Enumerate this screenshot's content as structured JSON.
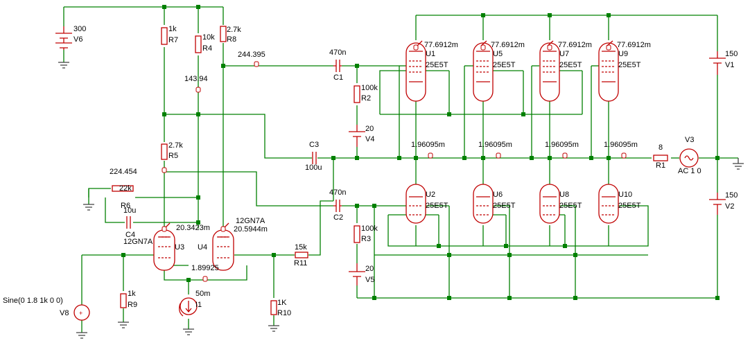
{
  "colors": {
    "wire": "#008000",
    "component": "#c00000",
    "ground": "#404040",
    "text": "#000000"
  },
  "components": {
    "V6": {
      "name": "V6",
      "value": "300"
    },
    "R7": {
      "name": "R7",
      "value": "1k"
    },
    "R4": {
      "name": "R4",
      "value": "10k"
    },
    "R8": {
      "name": "R8",
      "value": "2.7k"
    },
    "R5": {
      "name": "R5",
      "value": "2.7k"
    },
    "R6": {
      "name": "R6",
      "value": "22k"
    },
    "C4": {
      "name": "C4",
      "value": "10u"
    },
    "U3": {
      "name": "U3",
      "value": "12GN7A"
    },
    "U4": {
      "name": "U4",
      "value": "12GN7A"
    },
    "R11": {
      "name": "R11",
      "value": "15k"
    },
    "R9": {
      "name": "R9",
      "value": "1k"
    },
    "R10": {
      "name": "R10",
      "value": "1K"
    },
    "I1": {
      "name": "I1",
      "value": "50m"
    },
    "V8": {
      "name": "V8",
      "value": "Sine(0 1.8 1k 0 0)"
    },
    "C1": {
      "name": "C1",
      "value": "470n"
    },
    "C2": {
      "name": "C2",
      "value": "470n"
    },
    "C3": {
      "name": "C3",
      "value": "100u"
    },
    "R2": {
      "name": "R2",
      "value": "100k"
    },
    "R3": {
      "name": "R3",
      "value": "100k"
    },
    "V4": {
      "name": "V4",
      "value": "20"
    },
    "V5": {
      "name": "V5",
      "value": "20"
    },
    "U1": {
      "name": "U1",
      "value": "25E5T"
    },
    "U5": {
      "name": "U5",
      "value": "25E5T"
    },
    "U7": {
      "name": "U7",
      "value": "25E5T"
    },
    "U9": {
      "name": "U9",
      "value": "25E5T"
    },
    "U2": {
      "name": "U2",
      "value": "25E5T"
    },
    "U6": {
      "name": "U6",
      "value": "25E5T"
    },
    "U8": {
      "name": "U8",
      "value": "25E5T"
    },
    "U10": {
      "name": "U10",
      "value": "25E5T"
    },
    "V1": {
      "name": "V1",
      "value": "150"
    },
    "V2": {
      "name": "V2",
      "value": "150"
    },
    "R1": {
      "name": "R1",
      "value": "8"
    },
    "V3": {
      "name": "V3",
      "value": "AC 1 0"
    }
  },
  "probes": {
    "p244": "244.395",
    "p143": "143.94",
    "p224": "224.454",
    "p203": "20.3423m",
    "p205": "20.5944m",
    "p189": "1.89925",
    "u1": "77.6912m",
    "u5": "77.6912m",
    "u7": "77.6912m",
    "u9": "77.6912m",
    "out1": "1.96095m",
    "out2": "1.96095m",
    "out3": "1.96095m",
    "out4": "1.96095m"
  }
}
